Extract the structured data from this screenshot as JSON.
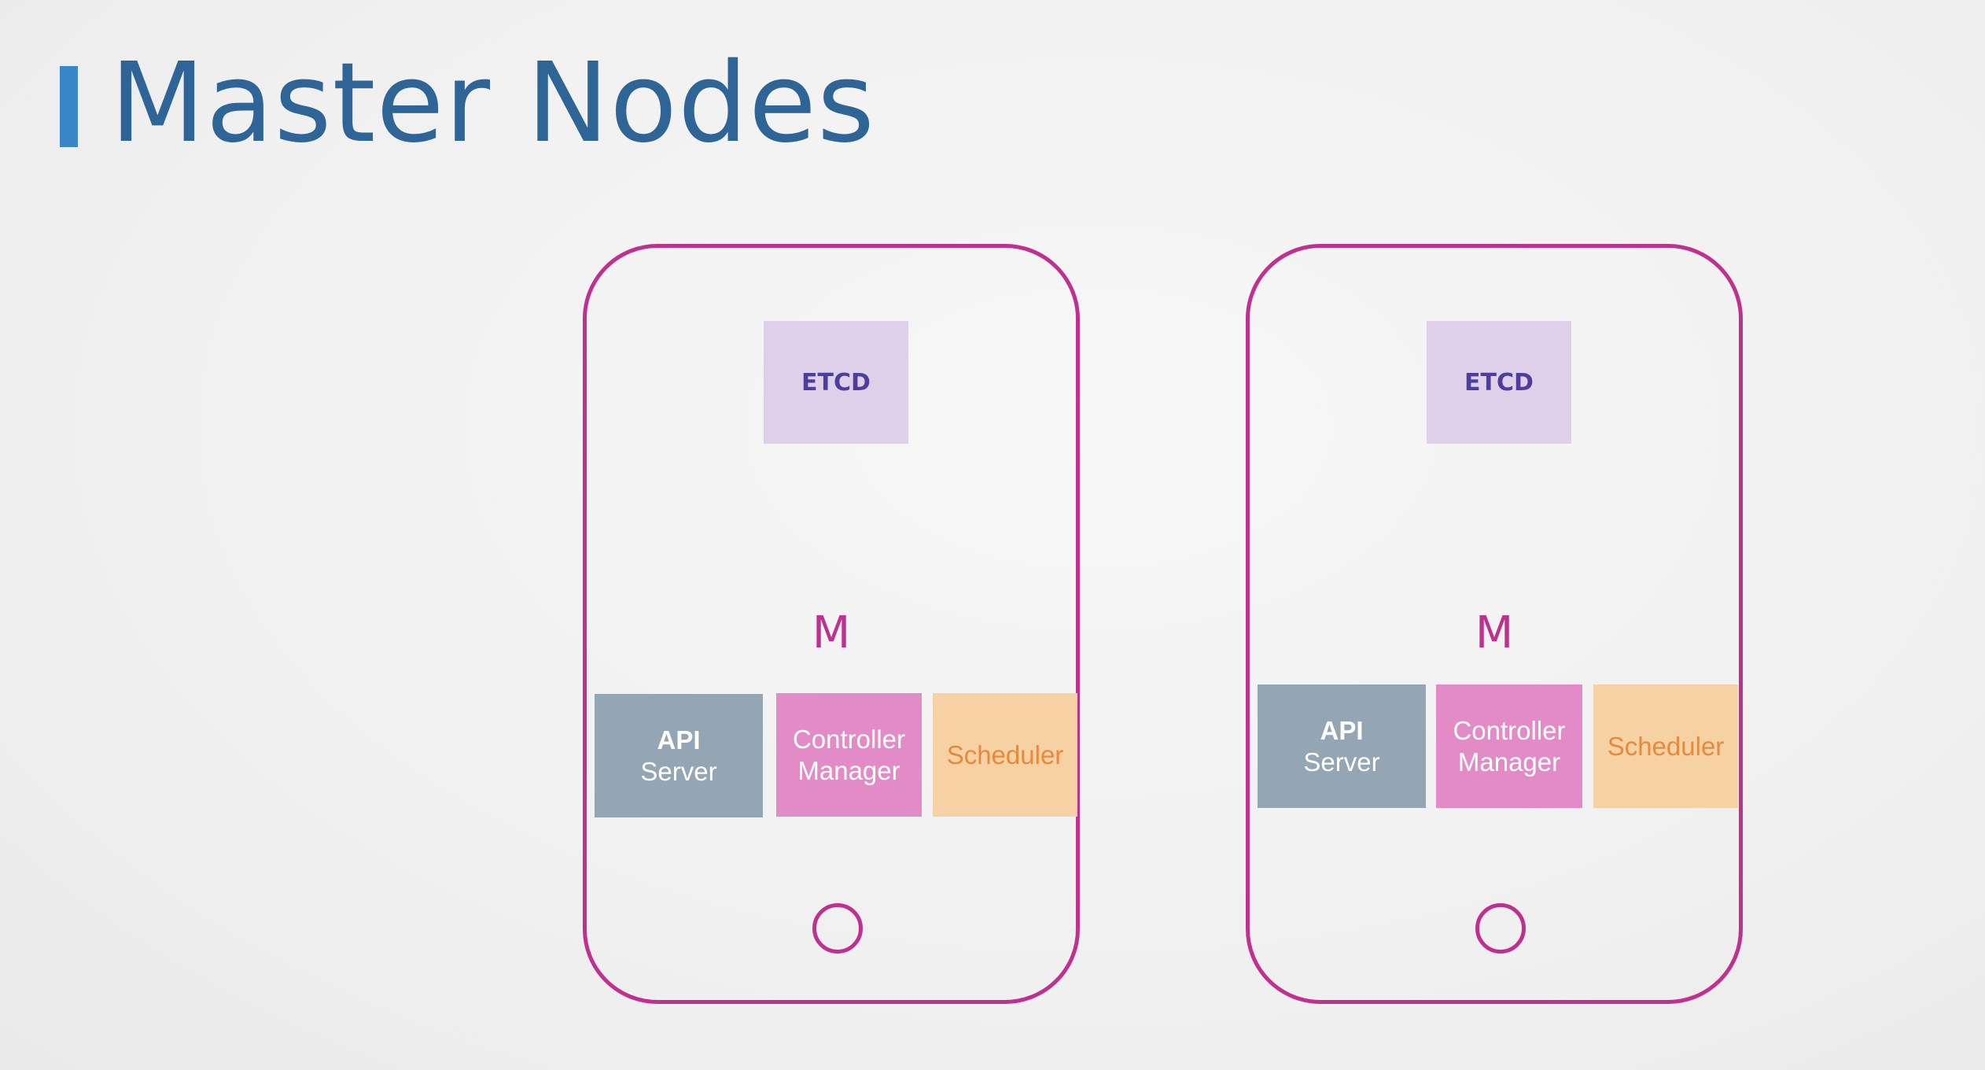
{
  "title": "Master Nodes",
  "colors": {
    "accent_bar": "#3a86c8",
    "title": "#2e6496",
    "node_border": "#c0308f",
    "etcd_bg": "#ddd0e8",
    "etcd_text": "#4f3d9e",
    "api_bg": "#94a5b4",
    "controller_bg": "#e38bc7",
    "scheduler_bg": "#f5d1a3",
    "scheduler_text": "#e68a3c"
  },
  "nodes": [
    {
      "etcd": "ETCD",
      "label": "M",
      "api": {
        "line1": "API",
        "line2": "Server"
      },
      "controller": {
        "line1": "Controller",
        "line2": "Manager"
      },
      "scheduler": "Scheduler"
    },
    {
      "etcd": "ETCD",
      "label": "M",
      "api": {
        "line1": "API",
        "line2": "Server"
      },
      "controller": {
        "line1": "Controller",
        "line2": "Manager"
      },
      "scheduler": "Scheduler"
    }
  ]
}
